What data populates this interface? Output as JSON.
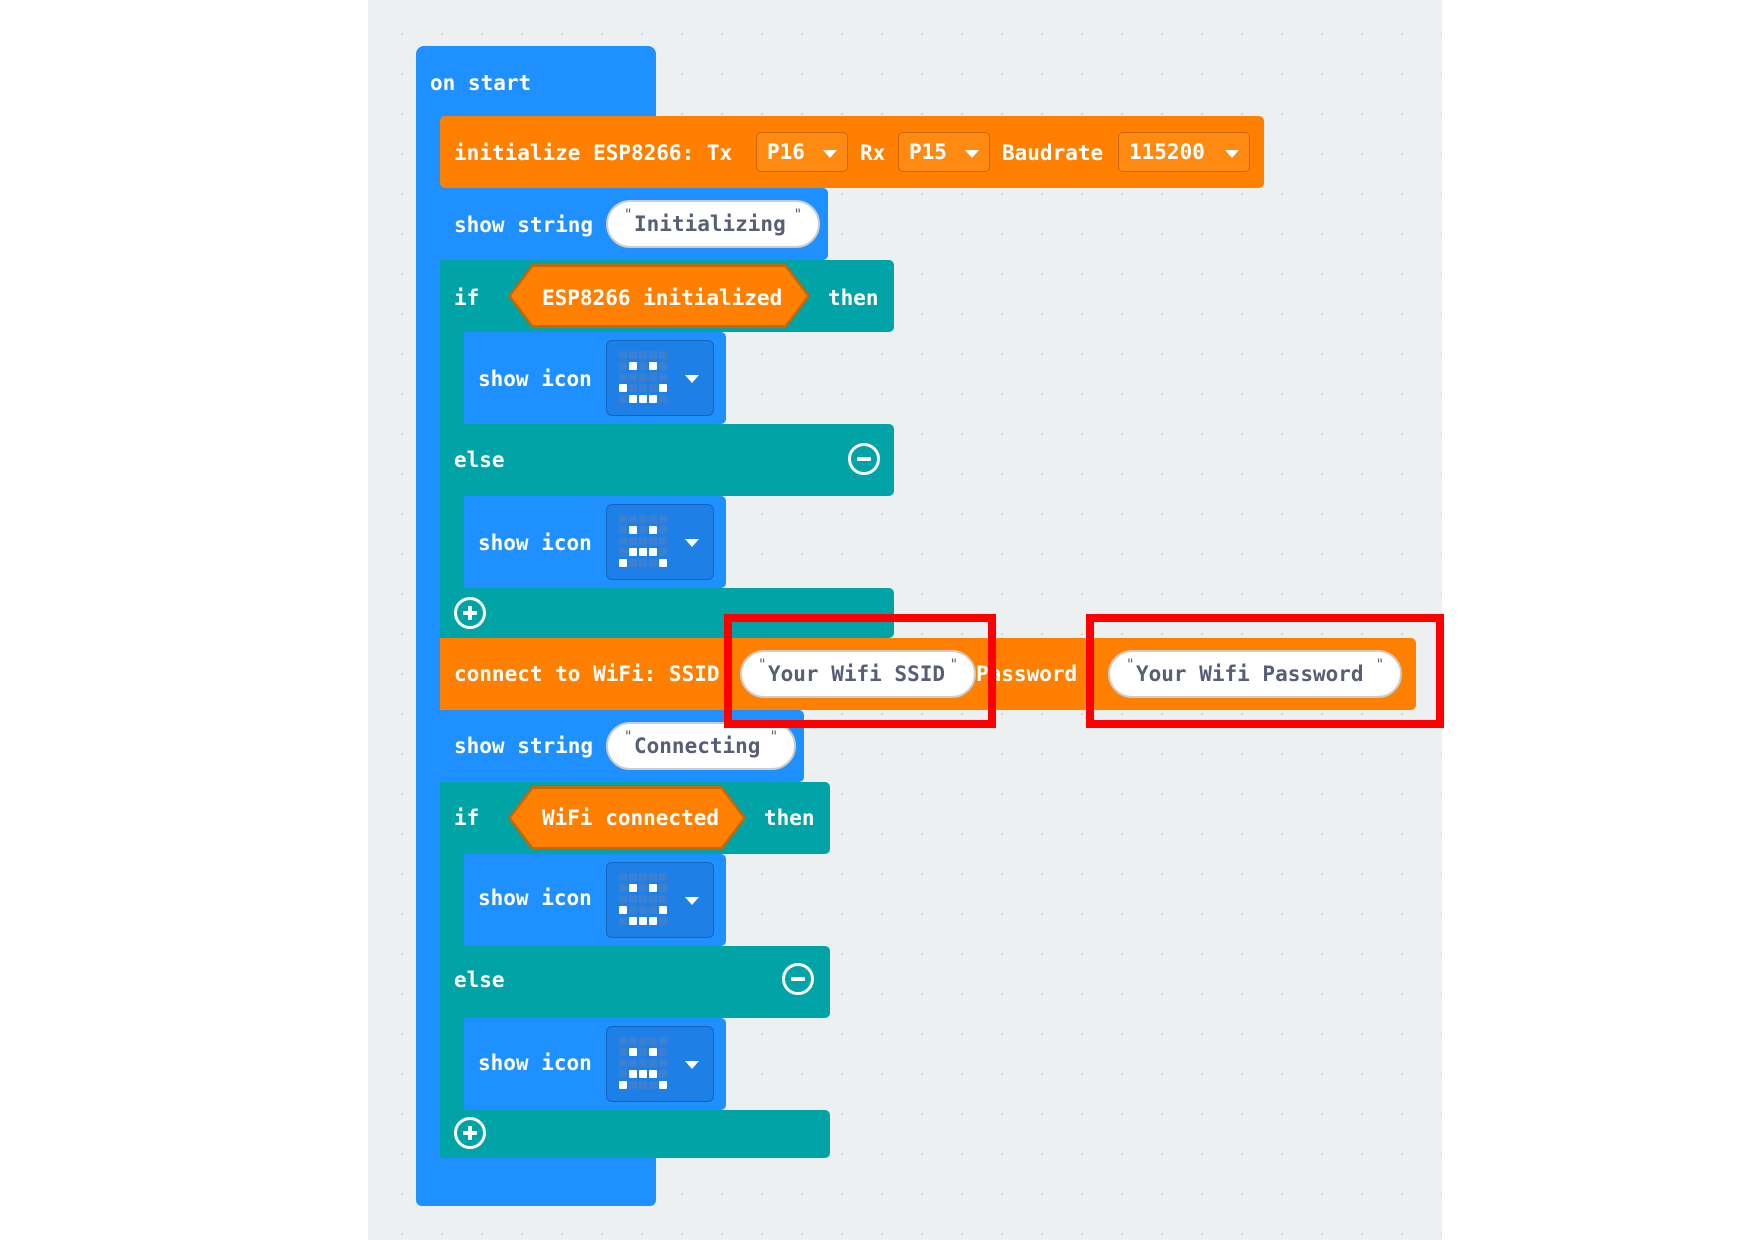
{
  "workspace": {
    "on_start_label": "on start",
    "init_block": {
      "label": "initialize ESP8266: Tx",
      "tx_value": "P16",
      "rx_label": "Rx",
      "rx_value": "P15",
      "baud_label": "Baudrate",
      "baud_value": "115200"
    },
    "show_string_1": {
      "label": "show string",
      "value": "Initializing"
    },
    "if_1": {
      "if_label": "if",
      "condition": "ESP8266 initialized",
      "then_label": "then",
      "show_icon_label": "show icon",
      "else_label": "else",
      "else_show_icon_label": "show icon",
      "icon_then": "happy-face",
      "icon_else": "sad-face"
    },
    "wifi_block": {
      "label": "connect to WiFi: SSID",
      "ssid_value": "Your Wifi SSID",
      "password_label": "Password",
      "password_value": "Your Wifi Password"
    },
    "show_string_2": {
      "label": "show string",
      "value": "Connecting"
    },
    "if_2": {
      "if_label": "if",
      "condition": "WiFi connected",
      "then_label": "then",
      "show_icon_label": "show icon",
      "else_label": "else",
      "else_show_icon_label": "show icon",
      "icon_then": "happy-face",
      "icon_else": "sad-face"
    }
  },
  "colors": {
    "event_blue": "#1e90ff",
    "esp_orange": "#ff8000",
    "logic_teal": "#00a4a6",
    "highlight_red": "#ff0000",
    "workspace_bg": "#ecf0f1"
  }
}
